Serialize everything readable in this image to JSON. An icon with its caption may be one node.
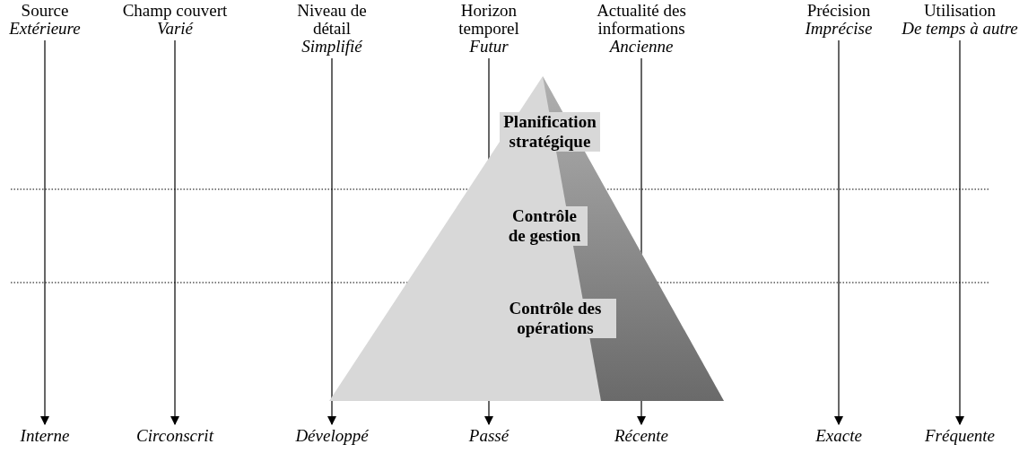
{
  "diagram": {
    "nodes": [
      {
        "text": [
          "Source",
          "Extérieure"
        ]
      },
      {
        "text": [
          "Champ couvert",
          "Varié"
        ]
      },
      {
        "text": [
          "Niveau de détail",
          "Simplifié"
        ]
      },
      {
        "text": [
          "Horizon temporel",
          "Futur"
        ]
      },
      {
        "text": [
          "Actualité des informations",
          "Ancienne"
        ]
      },
      {
        "text": [
          "Précision",
          "Imprécise"
        ]
      },
      {
        "text": [
          "Utilisation",
          "De temps à autre"
        ]
      },
      {
        "text": [],
        "shape": "triangle"
      },
      {
        "text": [
          "Planification stratégique"
        ],
        "in": 7
      },
      {
        "text": [
          "Contrôle de gestion"
        ],
        "in": 7
      },
      {
        "text": [
          "Contrôle des opérations"
        ],
        "in": 7
      },
      {
        "text": [
          "Interne"
        ]
      },
      {
        "text": [
          "Circonscrit"
        ]
      },
      {
        "text": [
          "Développé"
        ]
      },
      {
        "text": [
          "Passé"
        ]
      },
      {
        "text": [
          "Récente"
        ]
      },
      {
        "text": [
          "Exacte"
        ]
      },
      {
        "text": [
          "Fréquente"
        ]
      }
    ],
    "edges": [
      {
        "from": 0,
        "to": 11,
        "arrow": "to"
      },
      {
        "from": 1,
        "to": 12,
        "arrow": "to"
      },
      {
        "from": 2,
        "to": 13,
        "arrow": "to"
      },
      {
        "from": 3,
        "to": 14,
        "arrow": "to"
      },
      {
        "from": 4,
        "to": 15,
        "arrow": "to"
      },
      {
        "from": 5,
        "to": 16,
        "arrow": "to"
      },
      {
        "from": 6,
        "to": 17,
        "arrow": "to"
      }
    ]
  }
}
